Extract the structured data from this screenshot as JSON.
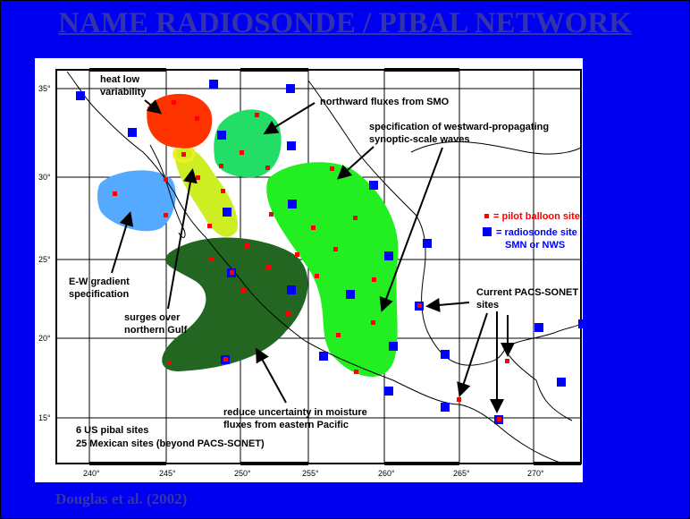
{
  "title": "NAME RADIOSONDE / PIBAL NETWORK",
  "citation": "Douglas et al. (2002)",
  "colors": {
    "background": "#0000f0",
    "radiosonde": "#0000ff",
    "pibal": "#ff0000",
    "heat_low": "#ff3300",
    "smo": "#22dd66",
    "westward": "#22ee22",
    "ew_gradient": "#55aaff",
    "surges": "#ccee22",
    "moisture": "#226622"
  },
  "map": {
    "lon_ticks": [
      "240°",
      "245°",
      "250°",
      "255°",
      "260°",
      "265°",
      "270°"
    ],
    "lat_ticks": [
      "35°",
      "30°",
      "25°",
      "20°",
      "15°"
    ],
    "legend": {
      "pibal": "= pilot balloon site",
      "radiosonde_1": "= radiosonde site",
      "radiosonde_2": "SMN or NWS"
    },
    "annotations": {
      "heat_low_1": "heat low",
      "heat_low_2": "variability",
      "smo": "northward fluxes from SMO",
      "westward_1": "specification of westward-propagating",
      "westward_2": "synoptic-scale waves",
      "ew_1": "E-W gradient",
      "ew_2": "specification",
      "surges_1": "surges over",
      "surges_2": "northern Gulf",
      "pacs_1": "Current PACS-SONET",
      "pacs_2": "sites",
      "moisture_1": "reduce uncertainty in moisture",
      "moisture_2": "fluxes from eastern Pacific",
      "count_1": "6 US pibal sites",
      "count_2": "25 Mexican sites (beyond PACS-SONET)"
    }
  }
}
